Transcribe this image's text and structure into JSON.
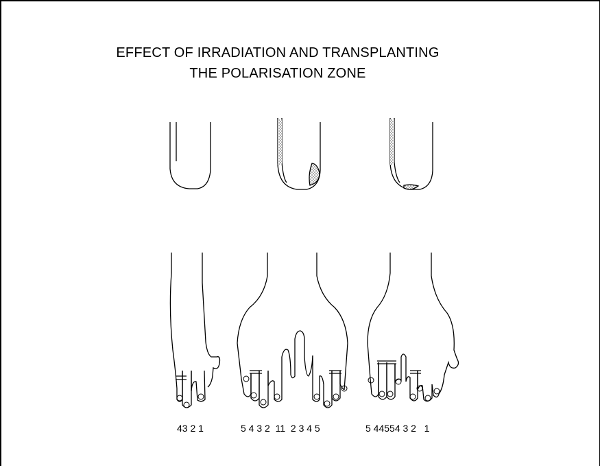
{
  "title": {
    "line1": "EFFECT OF IRRADIATION AND TRANSPLANTING",
    "line2": "THE POLARISATION ZONE"
  },
  "digit_labels": {
    "limb1": "43 2 1",
    "limb2": "5 4 3 2  11  2 3 4 5",
    "limb3": "5 44554 3 2   1"
  },
  "colors": {
    "ink": "#000000",
    "stipple": "#777777",
    "background": "#ffffff"
  }
}
